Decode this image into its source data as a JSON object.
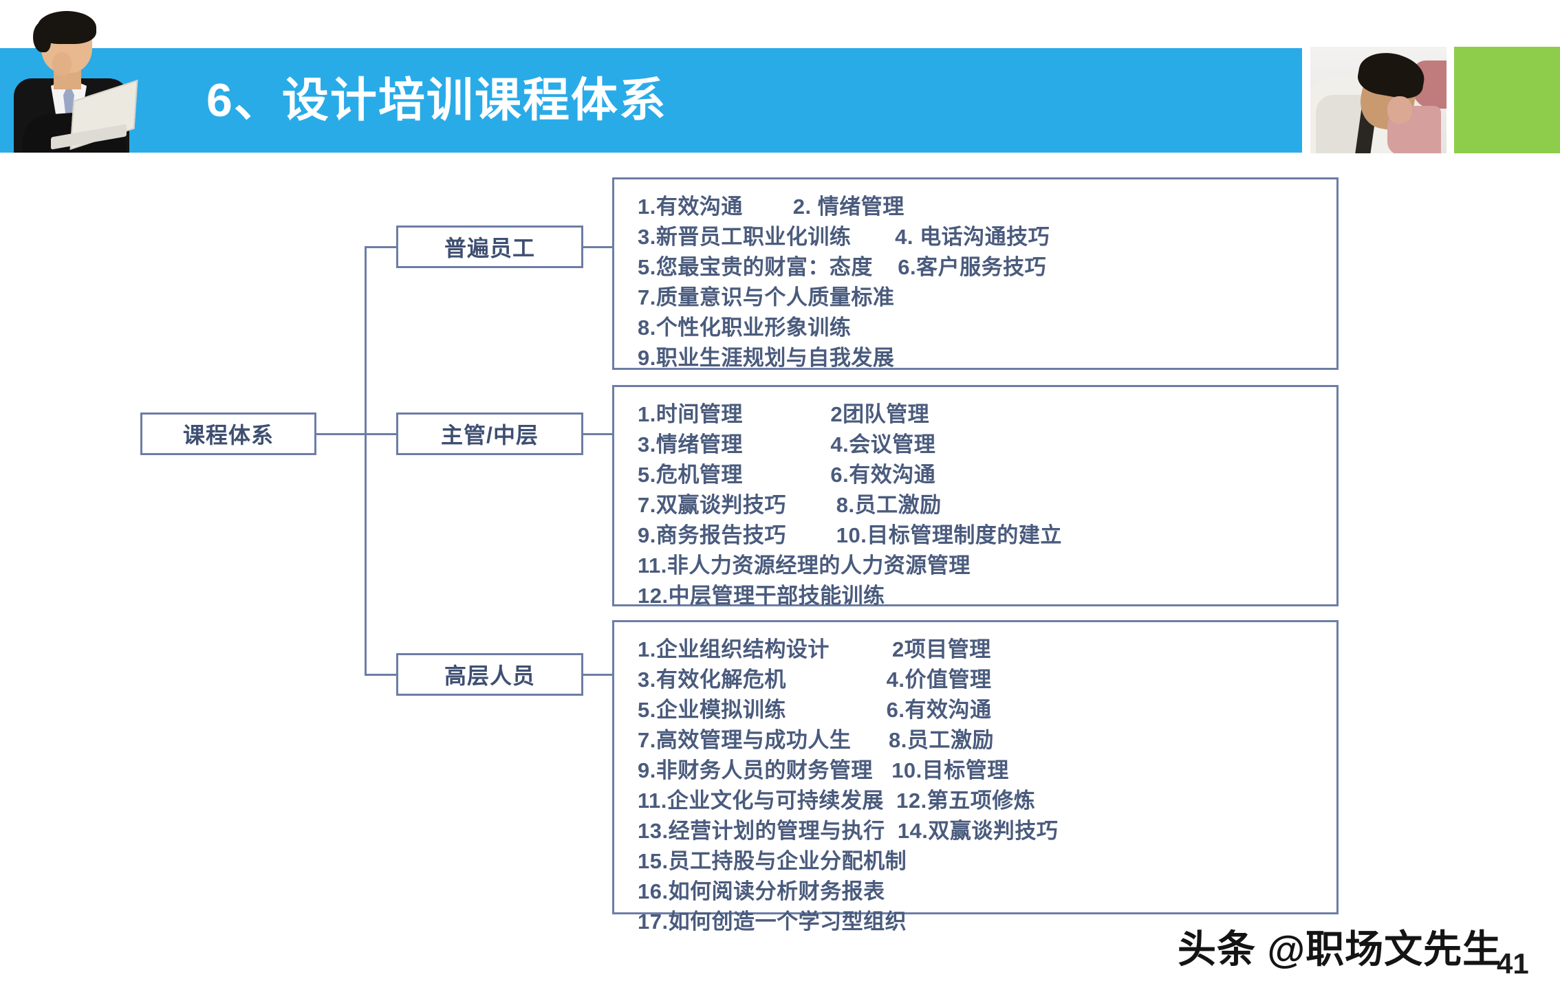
{
  "header": {
    "title": "6、设计培训课程体系",
    "bar_color": "#29ABE8",
    "accent_block_color": "#8DCD4B",
    "left_photo_alt": "businessman-with-laptop-photo",
    "right_photo_alt": "businessman-thinking-photo"
  },
  "diagram": {
    "line_color": "#6c7da5",
    "text_color": "#4a5b7d",
    "root": {
      "label": "课程体系"
    },
    "branches": [
      {
        "label": "普遍员工",
        "lines": [
          "1.有效沟通        2. 情绪管理",
          "3.新晋员工职业化训练       4. 电话沟通技巧",
          "5.您最宝贵的财富：态度    6.客户服务技巧",
          "7.质量意识与个人质量标准",
          "8.个性化职业形象训练",
          "9.职业生涯规划与自我发展"
        ]
      },
      {
        "label": "主管/中层",
        "lines": [
          "1.时间管理              2团队管理",
          "3.情绪管理              4.会议管理",
          "5.危机管理              6.有效沟通",
          "7.双赢谈判技巧        8.员工激励",
          "9.商务报告技巧        10.目标管理制度的建立",
          "11.非人力资源经理的人力资源管理",
          "12.中层管理干部技能训练"
        ]
      },
      {
        "label": "高层人员",
        "lines": [
          "1.企业组织结构设计          2项目管理",
          "3.有效化解危机                4.价值管理",
          "5.企业模拟训练                6.有效沟通",
          "7.高效管理与成功人生      8.员工激励",
          "9.非财务人员的财务管理   10.目标管理",
          "11.企业文化与可持续发展  12.第五项修炼",
          "13.经营计划的管理与执行  14.双赢谈判技巧",
          "15.员工持股与企业分配机制",
          "16.如何阅读分析财务报表",
          "17.如何创造一个学习型组织"
        ]
      }
    ]
  },
  "footer": {
    "watermark": "头条 @职场文先生",
    "page_number": "41"
  }
}
